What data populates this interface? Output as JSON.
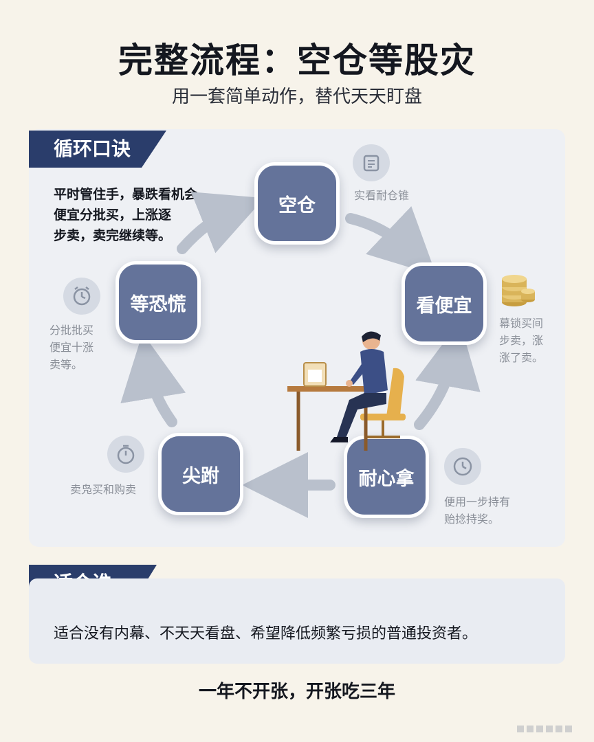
{
  "title": "完整流程：空仓等股灾",
  "subtitle": "用一套简单动作，替代天天盯盘",
  "mnemonic": {
    "heading": "循环口诀",
    "text": "平时管住手，暴跌看机会，\n便宜分批买，上涨逐\n步卖，卖完继续等。"
  },
  "cycle": {
    "nodes": {
      "empty": "空仓",
      "cheap": "看便宜",
      "patience": "耐心拿",
      "spike": "尖跗",
      "panic": "等恐慌"
    },
    "side_labels": {
      "empty": "实看耐仓锥",
      "cheap": "幕锁买间\n步卖，涨\n涨了卖。",
      "patience": "便用一步持有\n贻捻持奖。",
      "spike": "卖凫买和购卖",
      "panic": "分批批买\n便宜十涨\n卖等。"
    },
    "icons": {
      "empty": "calendar-icon",
      "cheap": "coin-stack-icon",
      "patience": "clock-icon",
      "spike": "stopwatch-icon",
      "panic": "alarm-clock-icon"
    }
  },
  "suitable": {
    "heading": "适合谁",
    "text": "适合没有内幕、不天天看盘、希望降低频繁亏损的普通投资者。"
  },
  "motto": "一年不开张，开张吃三年",
  "colors": {
    "background": "#f7f3ea",
    "banner": "#2a3d6b",
    "node_fill": "#64739a",
    "arrow": "#b9c0cc",
    "coin": "#d9b45a"
  }
}
